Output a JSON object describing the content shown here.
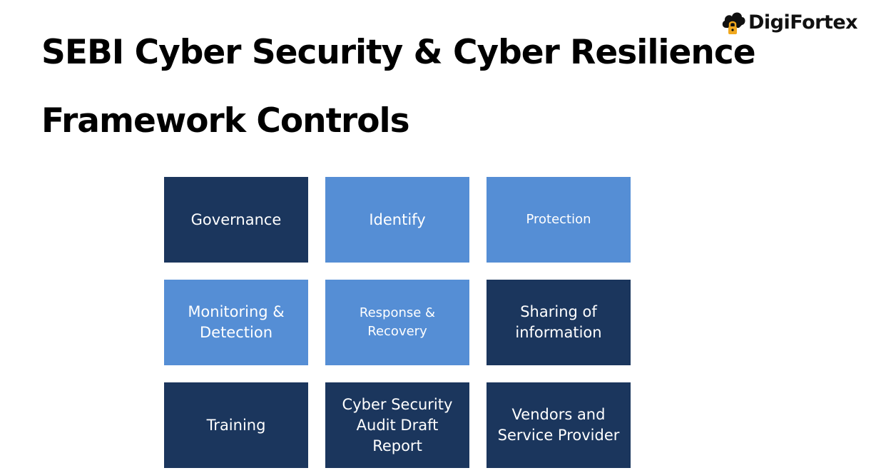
{
  "logo": {
    "text": "DigiFortex",
    "icon": "cloud-lock-icon",
    "icon_color": "#111111",
    "lock_color": "#f0a81f"
  },
  "title": {
    "line1": "SEBI Cyber Security & Cyber Resilience",
    "line2": "Framework Controls"
  },
  "colors": {
    "dark_tile": "#1b365d",
    "light_tile": "#558ed5"
  },
  "tiles": [
    {
      "label": "Governance",
      "style": "dark"
    },
    {
      "label": "Identify",
      "style": "light"
    },
    {
      "label": "Protection",
      "style": "light"
    },
    {
      "label": "Monitoring & Detection",
      "style": "light"
    },
    {
      "label": "Response & Recovery",
      "style": "light"
    },
    {
      "label": "Sharing of information",
      "style": "dark"
    },
    {
      "label": "Training",
      "style": "dark"
    },
    {
      "label": "Cyber Security Audit Draft Report",
      "style": "dark"
    },
    {
      "label": "Vendors and Service Provider",
      "style": "dark"
    }
  ]
}
